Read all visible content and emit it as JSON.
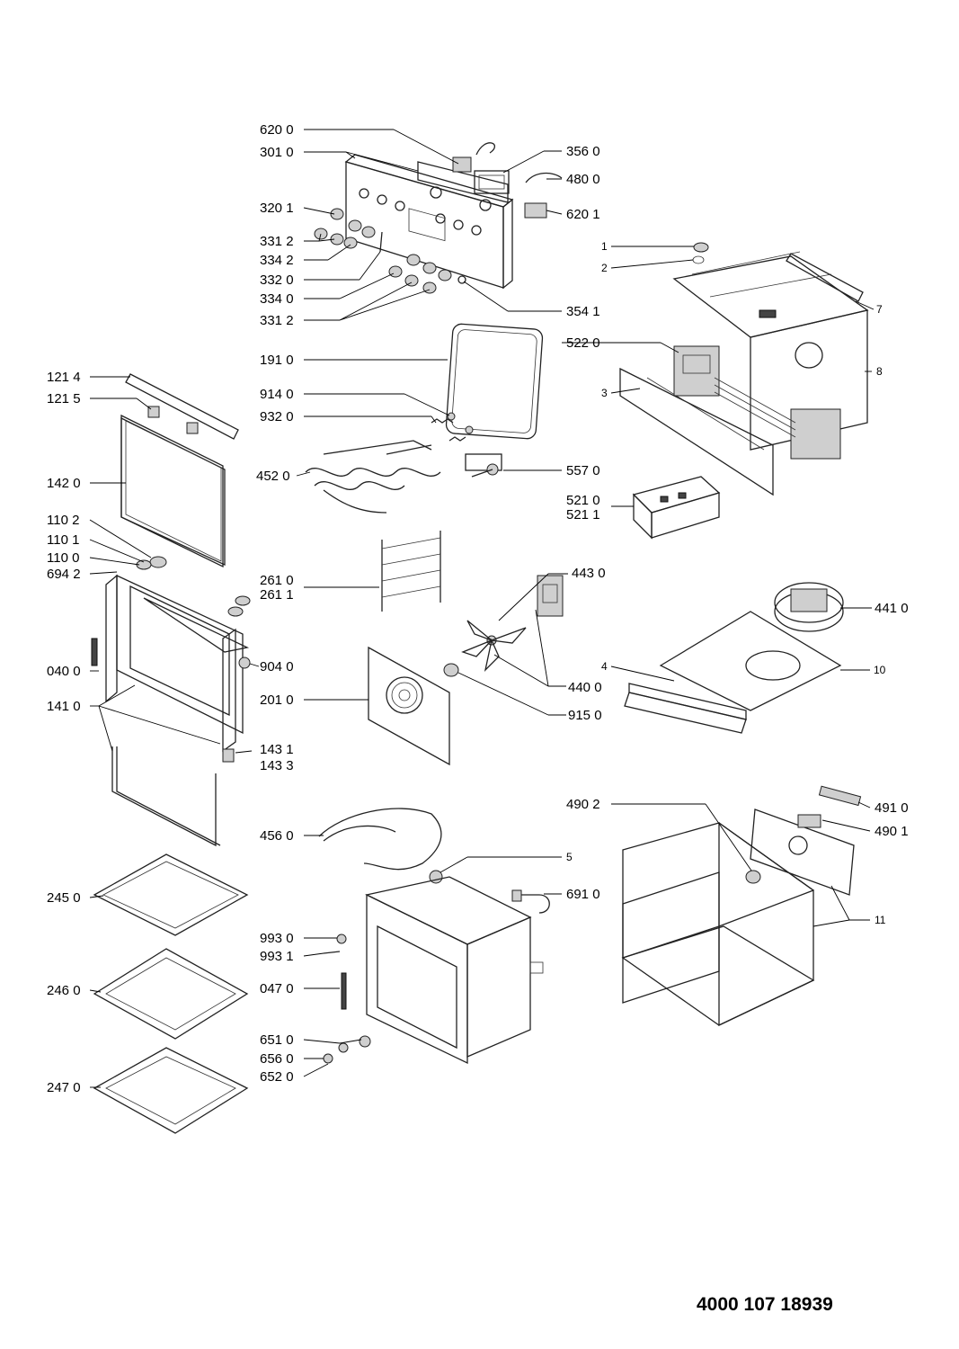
{
  "document_code": "4000 107 18939",
  "labels": {
    "l6200": "620 0",
    "l3010": "301 0",
    "l3560": "356 0",
    "l4800": "480 0",
    "l3201": "320 1",
    "l6201": "620 1",
    "l3312a": "331 2",
    "l3342": "334 2",
    "l3320": "332 0",
    "l3340": "334 0",
    "l3312b": "331 2",
    "l3541": "354 1",
    "l1": "1",
    "l2": "2",
    "l7": "7",
    "l5220": "522 0",
    "l8": "8",
    "l3": "3",
    "l1214": "121 4",
    "l1910": "191 0",
    "l1215": "121 5",
    "l9140": "914 0",
    "l9320": "932 0",
    "l4520": "452 0",
    "l5570": "557 0",
    "l1420": "142 0",
    "l5210": "521 0",
    "l5211": "521 1",
    "l1102": "110 2",
    "l1101": "110 1",
    "l1100": "110 0",
    "l6942": "694 2",
    "l2610": "261 0",
    "l2611": "261 1",
    "l4430": "443 0",
    "l4410": "441 0",
    "l4": "4",
    "l10": "10",
    "l0400": "040 0",
    "l9040": "904 0",
    "l2010": "201 0",
    "l4400": "440 0",
    "l1410": "141 0",
    "l9150": "915 0",
    "l1431": "143 1",
    "l1433": "143 3",
    "l4902": "490 2",
    "l4910": "491 0",
    "l4901": "490 1",
    "l4560": "456 0",
    "l5": "5",
    "l2450": "245 0",
    "l6910": "691 0",
    "l11": "11",
    "l9930": "993 0",
    "l9931": "993 1",
    "l2460": "246 0",
    "l0470": "047 0",
    "l6510": "651 0",
    "l6560": "656 0",
    "l6520": "652 0",
    "l2470": "247 0"
  }
}
